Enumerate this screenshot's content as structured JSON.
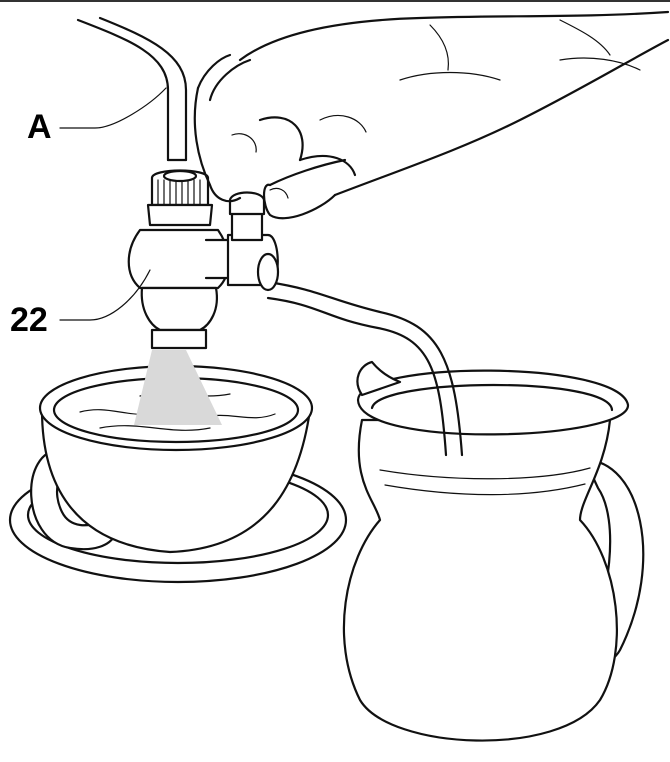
{
  "figure": {
    "callouts": [
      {
        "id": "A",
        "text": "A"
      },
      {
        "id": "22",
        "text": "22"
      }
    ],
    "colors": {
      "ink": "#111111",
      "steam": "#d9d9d9",
      "background": "#ffffff"
    }
  }
}
